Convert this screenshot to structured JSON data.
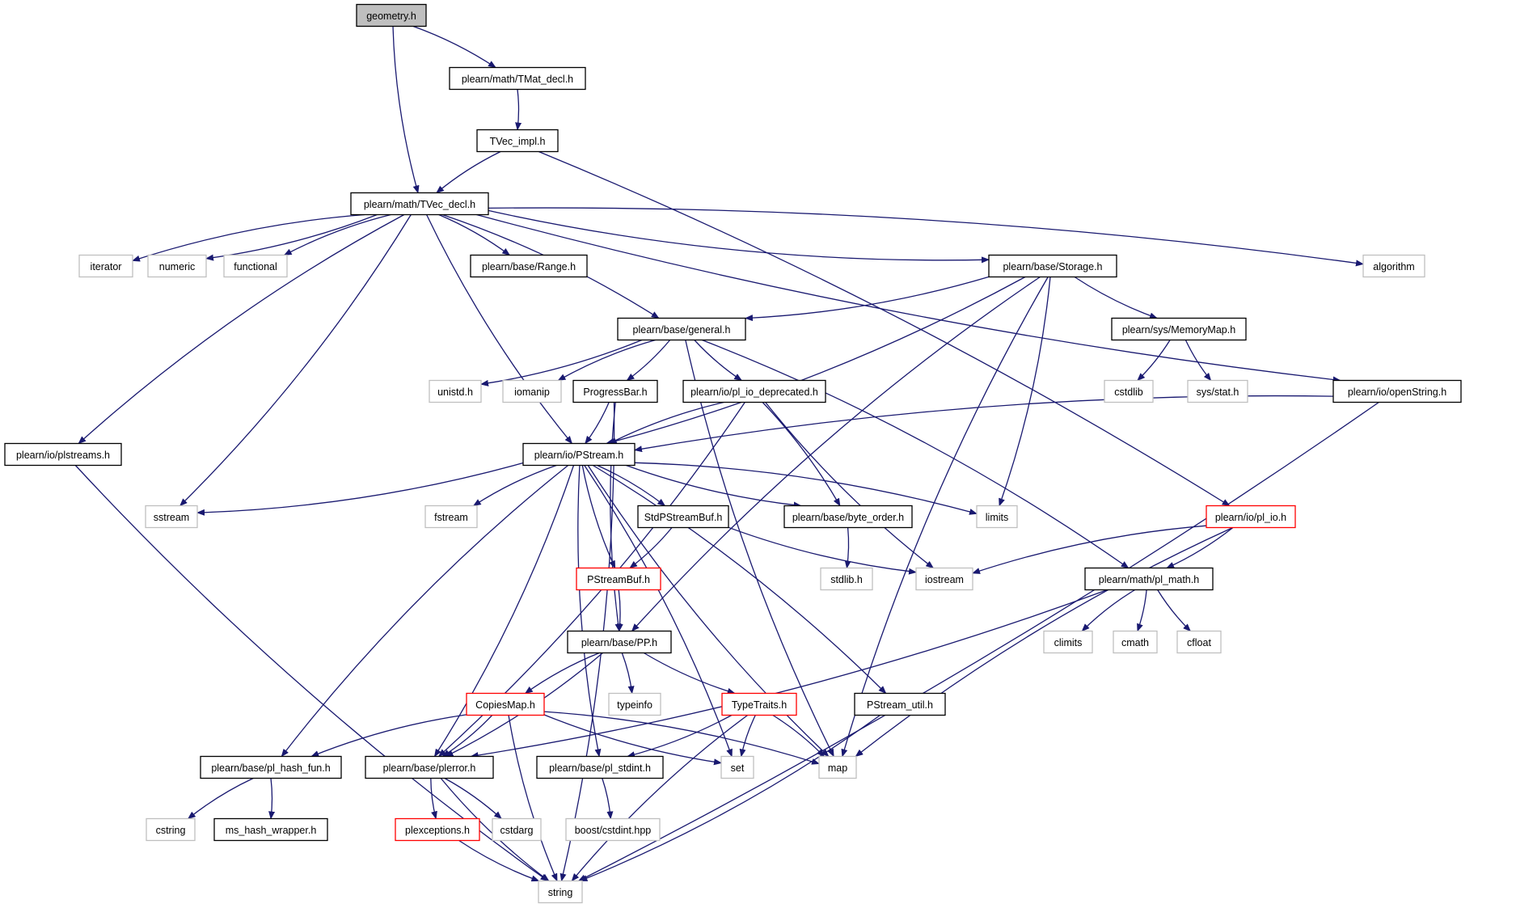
{
  "diagram": {
    "kind": "include-dependency-graph",
    "colors": {
      "edge": "#191970",
      "root_fill": "#bfbfbf",
      "normal_border": "#000000",
      "external_border": "#bfbfbf",
      "incomplete_border": "#ff0000",
      "text": "#000000"
    },
    "nodes": [
      {
        "id": "geometry",
        "label": "geometry.h",
        "style": "root"
      },
      {
        "id": "tmat_decl",
        "label": "plearn/math/TMat_decl.h",
        "style": "normal"
      },
      {
        "id": "tvec_impl",
        "label": "TVec_impl.h",
        "style": "normal"
      },
      {
        "id": "tvec_decl",
        "label": "plearn/math/TVec_decl.h",
        "style": "normal"
      },
      {
        "id": "iterator",
        "label": "iterator",
        "style": "external"
      },
      {
        "id": "numeric",
        "label": "numeric",
        "style": "external"
      },
      {
        "id": "functional",
        "label": "functional",
        "style": "external"
      },
      {
        "id": "range",
        "label": "plearn/base/Range.h",
        "style": "normal"
      },
      {
        "id": "storage",
        "label": "plearn/base/Storage.h",
        "style": "normal"
      },
      {
        "id": "algorithm",
        "label": "algorithm",
        "style": "external"
      },
      {
        "id": "general",
        "label": "plearn/base/general.h",
        "style": "normal"
      },
      {
        "id": "memorymap",
        "label": "plearn/sys/MemoryMap.h",
        "style": "normal"
      },
      {
        "id": "unistd",
        "label": "unistd.h",
        "style": "external"
      },
      {
        "id": "iomanip",
        "label": "iomanip",
        "style": "external"
      },
      {
        "id": "progressbar",
        "label": "ProgressBar.h",
        "style": "normal"
      },
      {
        "id": "pl_io_dep",
        "label": "plearn/io/pl_io_deprecated.h",
        "style": "normal"
      },
      {
        "id": "cstdlib",
        "label": "cstdlib",
        "style": "external"
      },
      {
        "id": "sysstat",
        "label": "sys/stat.h",
        "style": "external"
      },
      {
        "id": "openstring",
        "label": "plearn/io/openString.h",
        "style": "normal"
      },
      {
        "id": "plstreams",
        "label": "plearn/io/plstreams.h",
        "style": "normal"
      },
      {
        "id": "pstream",
        "label": "plearn/io/PStream.h",
        "style": "normal"
      },
      {
        "id": "sstream",
        "label": "sstream",
        "style": "external"
      },
      {
        "id": "fstream",
        "label": "fstream",
        "style": "external"
      },
      {
        "id": "stdpstreambuf",
        "label": "StdPStreamBuf.h",
        "style": "normal"
      },
      {
        "id": "byte_order",
        "label": "plearn/base/byte_order.h",
        "style": "normal"
      },
      {
        "id": "limits",
        "label": "limits",
        "style": "external"
      },
      {
        "id": "pl_io",
        "label": "plearn/io/pl_io.h",
        "style": "incomplete"
      },
      {
        "id": "pstreambuf",
        "label": "PStreamBuf.h",
        "style": "incomplete"
      },
      {
        "id": "stdlib",
        "label": "stdlib.h",
        "style": "external"
      },
      {
        "id": "iostream",
        "label": "iostream",
        "style": "external"
      },
      {
        "id": "pl_math",
        "label": "plearn/math/pl_math.h",
        "style": "normal"
      },
      {
        "id": "pp",
        "label": "plearn/base/PP.h",
        "style": "normal"
      },
      {
        "id": "climits",
        "label": "climits",
        "style": "external"
      },
      {
        "id": "cmath",
        "label": "cmath",
        "style": "external"
      },
      {
        "id": "cfloat",
        "label": "cfloat",
        "style": "external"
      },
      {
        "id": "copiesmap",
        "label": "CopiesMap.h",
        "style": "incomplete"
      },
      {
        "id": "typeinfo",
        "label": "typeinfo",
        "style": "external"
      },
      {
        "id": "typetraits",
        "label": "TypeTraits.h",
        "style": "incomplete"
      },
      {
        "id": "pstream_util",
        "label": "PStream_util.h",
        "style": "normal"
      },
      {
        "id": "pl_hash_fun",
        "label": "plearn/base/pl_hash_fun.h",
        "style": "normal"
      },
      {
        "id": "plerror",
        "label": "plearn/base/plerror.h",
        "style": "normal"
      },
      {
        "id": "pl_stdint",
        "label": "plearn/base/pl_stdint.h",
        "style": "normal"
      },
      {
        "id": "set",
        "label": "set",
        "style": "external"
      },
      {
        "id": "map",
        "label": "map",
        "style": "external"
      },
      {
        "id": "cstring",
        "label": "cstring",
        "style": "external"
      },
      {
        "id": "ms_hash",
        "label": "ms_hash_wrapper.h",
        "style": "normal"
      },
      {
        "id": "plexceptions",
        "label": "plexceptions.h",
        "style": "incomplete"
      },
      {
        "id": "cstdarg",
        "label": "cstdarg",
        "style": "external"
      },
      {
        "id": "boost_cstdint",
        "label": "boost/cstdint.hpp",
        "style": "external"
      },
      {
        "id": "string",
        "label": "string",
        "style": "external"
      }
    ],
    "edges": [
      {
        "from": "geometry",
        "to": "tmat_decl"
      },
      {
        "from": "geometry",
        "to": "tvec_decl"
      },
      {
        "from": "tmat_decl",
        "to": "tvec_impl"
      },
      {
        "from": "tvec_impl",
        "to": "tvec_decl"
      },
      {
        "from": "tvec_impl",
        "to": "pl_io"
      },
      {
        "from": "tvec_decl",
        "to": "iterator"
      },
      {
        "from": "tvec_decl",
        "to": "numeric"
      },
      {
        "from": "tvec_decl",
        "to": "functional"
      },
      {
        "from": "tvec_decl",
        "to": "range"
      },
      {
        "from": "tvec_decl",
        "to": "storage"
      },
      {
        "from": "tvec_decl",
        "to": "algorithm"
      },
      {
        "from": "tvec_decl",
        "to": "openstring"
      },
      {
        "from": "tvec_decl",
        "to": "general"
      },
      {
        "from": "tvec_decl",
        "to": "plstreams"
      },
      {
        "from": "tvec_decl",
        "to": "sstream"
      },
      {
        "from": "tvec_decl",
        "to": "pstream"
      },
      {
        "from": "storage",
        "to": "general"
      },
      {
        "from": "storage",
        "to": "memorymap"
      },
      {
        "from": "storage",
        "to": "pstream"
      },
      {
        "from": "storage",
        "to": "pp"
      },
      {
        "from": "storage",
        "to": "limits"
      },
      {
        "from": "storage",
        "to": "map"
      },
      {
        "from": "general",
        "to": "unistd"
      },
      {
        "from": "general",
        "to": "iomanip"
      },
      {
        "from": "general",
        "to": "progressbar"
      },
      {
        "from": "general",
        "to": "pl_io_dep"
      },
      {
        "from": "general",
        "to": "pl_math"
      },
      {
        "from": "general",
        "to": "map"
      },
      {
        "from": "memorymap",
        "to": "cstdlib"
      },
      {
        "from": "memorymap",
        "to": "sysstat"
      },
      {
        "from": "progressbar",
        "to": "pstream"
      },
      {
        "from": "progressbar",
        "to": "pp"
      },
      {
        "from": "progressbar",
        "to": "string"
      },
      {
        "from": "pl_io_dep",
        "to": "pstream"
      },
      {
        "from": "pl_io_dep",
        "to": "byte_order"
      },
      {
        "from": "pl_io_dep",
        "to": "iostream"
      },
      {
        "from": "pl_io_dep",
        "to": "plerror"
      },
      {
        "from": "openstring",
        "to": "pstream"
      },
      {
        "from": "openstring",
        "to": "string"
      },
      {
        "from": "plstreams",
        "to": "string"
      },
      {
        "from": "pstream",
        "to": "sstream"
      },
      {
        "from": "pstream",
        "to": "fstream"
      },
      {
        "from": "pstream",
        "to": "stdpstreambuf"
      },
      {
        "from": "pstream",
        "to": "byte_order"
      },
      {
        "from": "pstream",
        "to": "limits"
      },
      {
        "from": "pstream",
        "to": "pstreambuf"
      },
      {
        "from": "pstream",
        "to": "pstream_util"
      },
      {
        "from": "pstream",
        "to": "pl_hash_fun"
      },
      {
        "from": "pstream",
        "to": "plerror"
      },
      {
        "from": "pstream",
        "to": "pl_stdint"
      },
      {
        "from": "pstream",
        "to": "set"
      },
      {
        "from": "pstream",
        "to": "map"
      },
      {
        "from": "stdpstreambuf",
        "to": "pstreambuf"
      },
      {
        "from": "stdpstreambuf",
        "to": "iostream"
      },
      {
        "from": "byte_order",
        "to": "stdlib"
      },
      {
        "from": "pl_io",
        "to": "iostream"
      },
      {
        "from": "pl_io",
        "to": "pl_math"
      },
      {
        "from": "pl_io",
        "to": "map"
      },
      {
        "from": "pstreambuf",
        "to": "pp"
      },
      {
        "from": "pl_math",
        "to": "climits"
      },
      {
        "from": "pl_math",
        "to": "cmath"
      },
      {
        "from": "pl_math",
        "to": "cfloat"
      },
      {
        "from": "pl_math",
        "to": "plerror"
      },
      {
        "from": "pp",
        "to": "copiesmap"
      },
      {
        "from": "pp",
        "to": "typeinfo"
      },
      {
        "from": "pp",
        "to": "typetraits"
      },
      {
        "from": "pp",
        "to": "plerror"
      },
      {
        "from": "copiesmap",
        "to": "pl_hash_fun"
      },
      {
        "from": "copiesmap",
        "to": "plerror"
      },
      {
        "from": "copiesmap",
        "to": "set"
      },
      {
        "from": "copiesmap",
        "to": "map"
      },
      {
        "from": "copiesmap",
        "to": "string"
      },
      {
        "from": "typetraits",
        "to": "pl_stdint"
      },
      {
        "from": "typetraits",
        "to": "set"
      },
      {
        "from": "typetraits",
        "to": "map"
      },
      {
        "from": "typetraits",
        "to": "string"
      },
      {
        "from": "pstream_util",
        "to": "string"
      },
      {
        "from": "pl_hash_fun",
        "to": "cstring"
      },
      {
        "from": "pl_hash_fun",
        "to": "ms_hash"
      },
      {
        "from": "plerror",
        "to": "plexceptions"
      },
      {
        "from": "plerror",
        "to": "cstdarg"
      },
      {
        "from": "plerror",
        "to": "string"
      },
      {
        "from": "pl_stdint",
        "to": "boost_cstdint"
      },
      {
        "from": "plexceptions",
        "to": "string"
      }
    ]
  }
}
